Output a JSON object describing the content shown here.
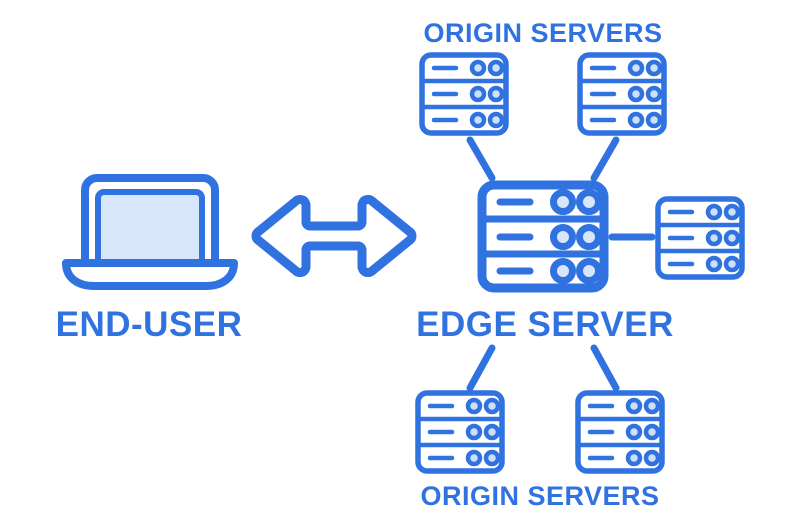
{
  "diagram": {
    "title_top": "ORIGIN SERVERS",
    "title_bottom": "ORIGIN SERVERS",
    "label_enduser": "END-USER",
    "label_edgeserver": "EDGE SERVER",
    "colors": {
      "accent_blue": "#2f72e0",
      "screen_fill": "#d7e6f8",
      "disk_fill": "#cfe1f7",
      "white": "#ffffff"
    },
    "nodes": [
      {
        "name": "end-user-laptop",
        "type": "laptop"
      },
      {
        "name": "edge-server",
        "type": "server-large"
      },
      {
        "name": "origin-server-top-left",
        "type": "server-small"
      },
      {
        "name": "origin-server-top-right",
        "type": "server-small"
      },
      {
        "name": "origin-server-right",
        "type": "server-small"
      },
      {
        "name": "origin-server-bottom-left",
        "type": "server-small"
      },
      {
        "name": "origin-server-bottom-right",
        "type": "server-small"
      }
    ],
    "connections": [
      {
        "from": "edge-server",
        "to": "end-user-laptop",
        "style": "double-arrow"
      },
      {
        "from": "edge-server",
        "to": "origin-server-top-left",
        "style": "line"
      },
      {
        "from": "edge-server",
        "to": "origin-server-top-right",
        "style": "line"
      },
      {
        "from": "edge-server",
        "to": "origin-server-right",
        "style": "line"
      },
      {
        "from": "edge-server",
        "to": "origin-server-bottom-left",
        "style": "line"
      },
      {
        "from": "edge-server",
        "to": "origin-server-bottom-right",
        "style": "line"
      }
    ],
    "icons": {
      "laptop": "laptop-icon",
      "server": "server-rack-icon",
      "arrow": "double-arrow-icon",
      "connector": "connector-line-icon"
    }
  }
}
